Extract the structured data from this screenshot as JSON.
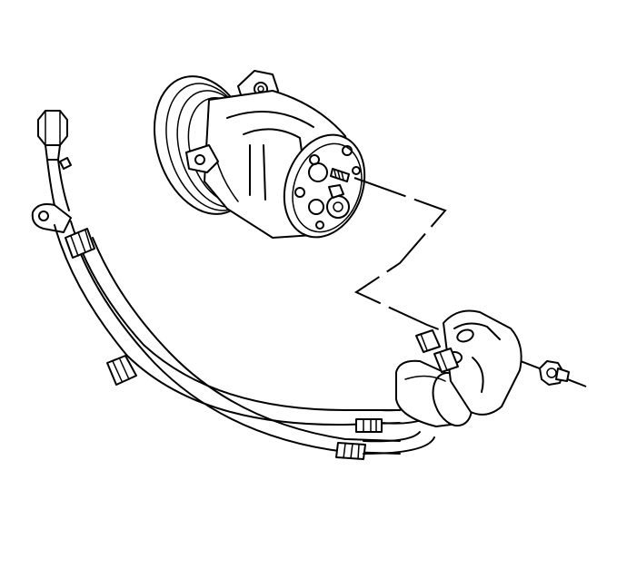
{
  "diagram": {
    "kind": "line-drawing",
    "subject_parts": [
      {
        "id": "compressor",
        "icon": "ac-compressor-icon"
      },
      {
        "id": "hose-assembly",
        "icon": "refrigerant-hose-icon"
      },
      {
        "id": "fitting-nut",
        "icon": "flare-nut-icon"
      },
      {
        "id": "muffler",
        "icon": "muffler-icon"
      },
      {
        "id": "manifold-block",
        "icon": "manifold-block-icon"
      },
      {
        "id": "retaining-nut",
        "icon": "hex-nut-icon"
      },
      {
        "id": "leader-line",
        "icon": "dashed-leader-icon"
      }
    ],
    "colors": {
      "ink": "#000000",
      "paper": "#ffffff"
    }
  }
}
